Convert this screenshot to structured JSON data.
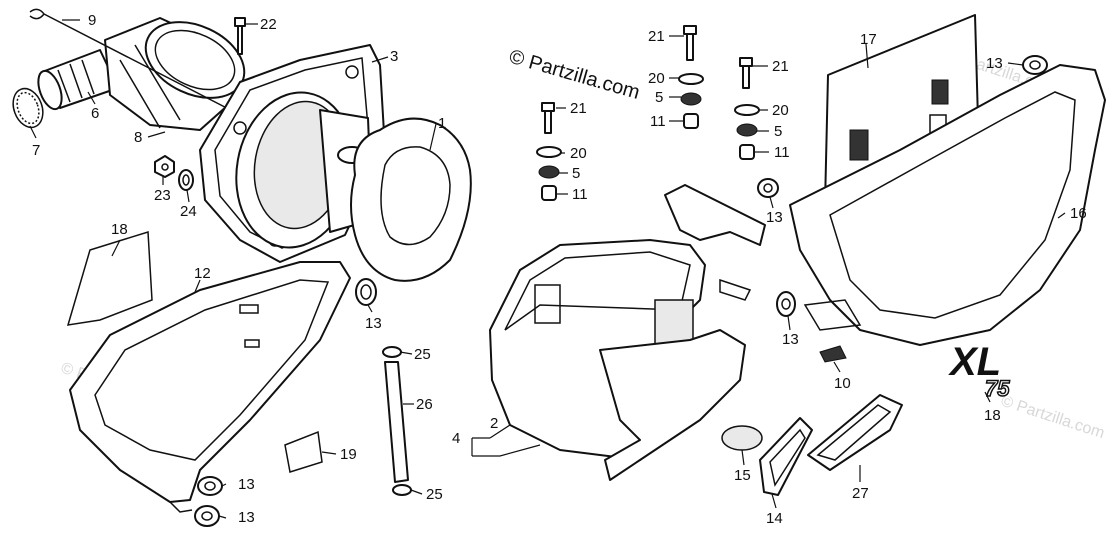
{
  "copyright": "© Partzilla.com",
  "watermark": "© Partzilla.com",
  "logo": {
    "main": "XL",
    "sub": "75"
  },
  "callouts": {
    "c1": "1",
    "c2": "2",
    "c3": "3",
    "c4": "4",
    "c5a": "5",
    "c5b": "5",
    "c5c": "5",
    "c6": "6",
    "c7": "7",
    "c8": "8",
    "c9": "9",
    "c10": "10",
    "c11a": "11",
    "c11b": "11",
    "c11c": "11",
    "c12": "12",
    "c13a": "13",
    "c13b": "13",
    "c13c": "13",
    "c13d": "13",
    "c13e": "13",
    "c13f": "13",
    "c14": "14",
    "c15": "15",
    "c16": "16",
    "c17": "17",
    "c18a": "18",
    "c18b": "18",
    "c19": "19",
    "c20a": "20",
    "c20b": "20",
    "c20c": "20",
    "c21a": "21",
    "c21b": "21",
    "c21c": "21",
    "c22": "22",
    "c23": "23",
    "c24": "24",
    "c25a": "25",
    "c25b": "25",
    "c26": "26",
    "c27": "27"
  }
}
